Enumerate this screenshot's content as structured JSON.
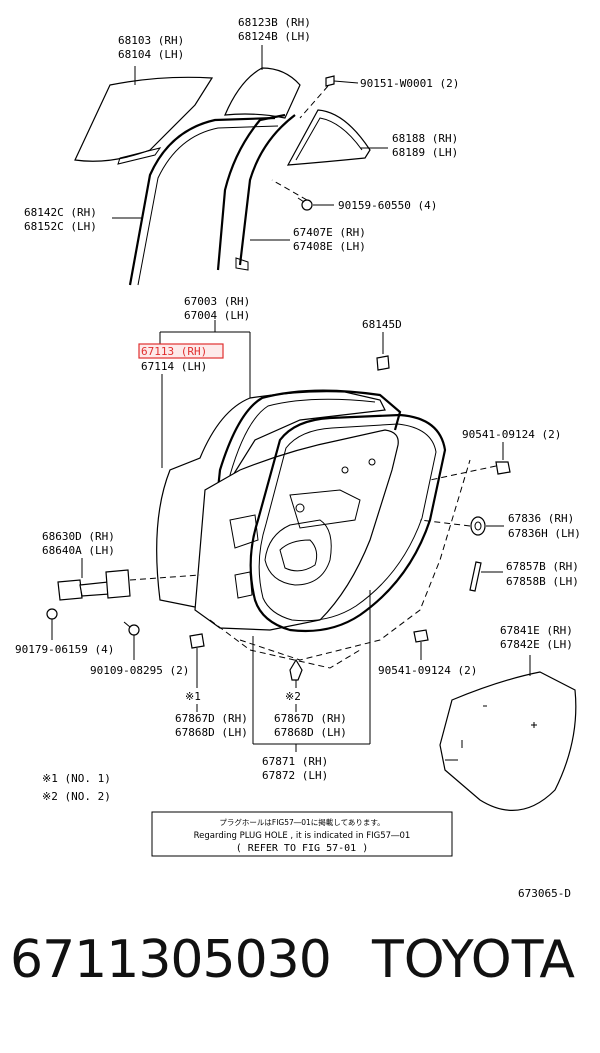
{
  "labels": {
    "l68103": "68103 (RH)",
    "l68104": "68104 (LH)",
    "l68123B": "68123B (RH)",
    "l68124B": "68124B (LH)",
    "l90151": "90151-W0001 (2)",
    "l68188": "68188 (RH)",
    "l68189": "68189 (LH)",
    "l68142C": "68142C (RH)",
    "l68152C": "68152C (LH)",
    "l90159": "90159-60550 (4)",
    "l67407E": "67407E (RH)",
    "l67408E": "67408E (LH)",
    "l67003": "67003 (RH)",
    "l67004": "67004 (LH)",
    "l67113": "67113 (RH)",
    "l67114": "67114 (LH)",
    "l68145D": "68145D",
    "l90541a": "90541-09124 (2)",
    "l67836": "67836  (RH)",
    "l67836H": "67836H (LH)",
    "l67857B": "67857B (RH)",
    "l67858B": "67858B (LH)",
    "l68630D": "68630D (RH)",
    "l68640A": "68640A (LH)",
    "l90179": "90179-06159 (4)",
    "l90109": "90109-08295 (2)",
    "l67841E": "67841E (RH)",
    "l67842E": "67842E (LH)",
    "l90541b": "90541-09124 (2)",
    "mark1": "※1",
    "mark2": "※2",
    "l67867Da": "67867D (RH)",
    "l67868Da": "67868D (LH)",
    "l67867Db": "67867D (RH)",
    "l67868Db": "67868D (LH)",
    "l67871": "67871 (RH)",
    "l67872": "67872 (LH)",
    "note1": "※1  (NO. 1)",
    "note2": "※2  (NO. 2)",
    "diagram_id": "673065-D"
  },
  "note_box": {
    "line1": "プラグホールはFIG57―01に掲載してあります。",
    "line2": "Regarding  PLUG HOLE , it is indicated  in FIG57―01",
    "line3": "( REFER  TO  FIG  57-01 )"
  },
  "highlight_color": "#e03030",
  "footer": {
    "part_number": "6711305030",
    "brand": "TOYOTA"
  }
}
